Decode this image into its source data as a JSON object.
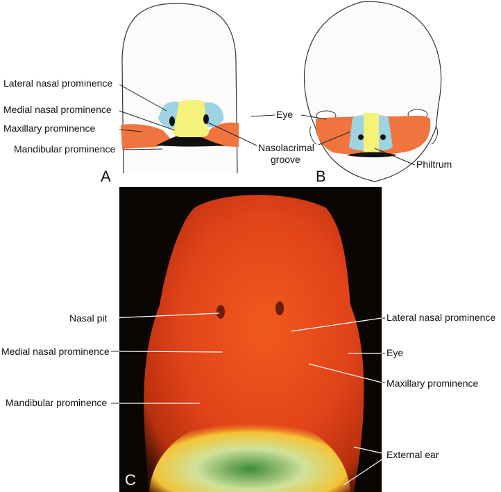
{
  "panel_a": {
    "letter": "A",
    "labels": {
      "lateral_nasal": "Lateral nasal prominence",
      "medial_nasal": "Medial nasal prominence",
      "maxillary": "Maxillary prominence",
      "mandibular": "Mandibular prominence",
      "eye": "Eye",
      "nasolacrimal_1": "Nasolacrimal",
      "nasolacrimal_2": "groove"
    }
  },
  "panel_b": {
    "letter": "B",
    "labels": {
      "philtrum": "Philtrum"
    }
  },
  "panel_c": {
    "letter": "C",
    "labels": {
      "nasal_pit": "Nasal pit",
      "medial_nasal": "Medial nasal prominence",
      "mandibular": "Mandibular prominence",
      "lateral_nasal": "Lateral nasal prominence",
      "eye": "Eye",
      "maxillary": "Maxillary prominence",
      "external_ear": "External ear"
    }
  },
  "colors": {
    "lateral_nasal": "#9dd3e2",
    "medial_nasal": "#f5f27a",
    "maxillary": "#f0743e",
    "mandibular": "#111111"
  }
}
